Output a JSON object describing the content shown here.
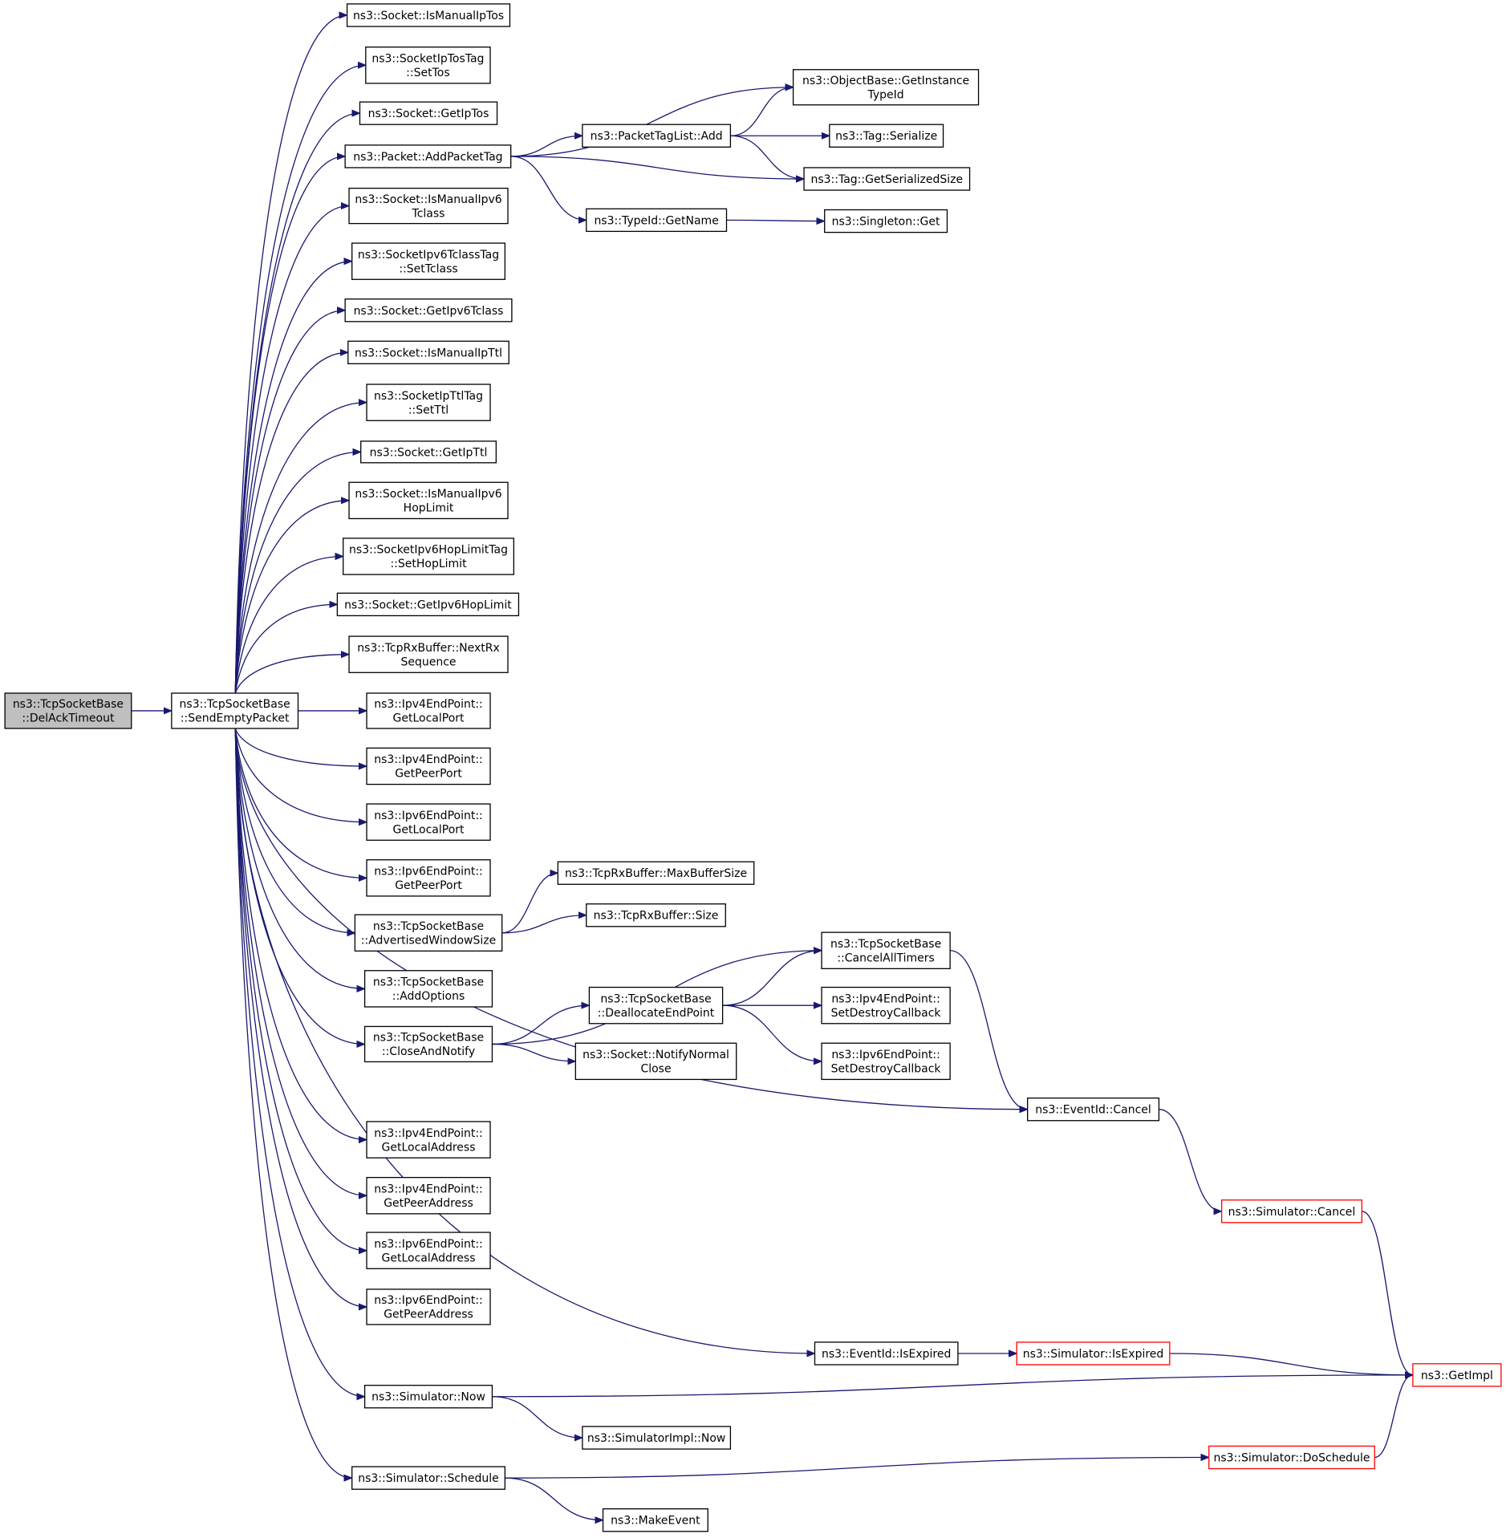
{
  "nodes": [
    {
      "id": "n0",
      "lines": [
        "ns3::TcpSocketBase",
        "::DelAckTimeout"
      ],
      "root": true
    },
    {
      "id": "n1",
      "lines": [
        "ns3::TcpSocketBase",
        "::SendEmptyPacket"
      ]
    },
    {
      "id": "n2",
      "lines": [
        "ns3::Socket::IsManualIpTos"
      ]
    },
    {
      "id": "n3",
      "lines": [
        "ns3::SocketIpTosTag",
        "::SetTos"
      ]
    },
    {
      "id": "n4",
      "lines": [
        "ns3::Socket::GetIpTos"
      ]
    },
    {
      "id": "n5",
      "lines": [
        "ns3::Packet::AddPacketTag"
      ]
    },
    {
      "id": "n6",
      "lines": [
        "ns3::Socket::IsManualIpv6",
        "Tclass"
      ]
    },
    {
      "id": "n7",
      "lines": [
        "ns3::SocketIpv6TclassTag",
        "::SetTclass"
      ]
    },
    {
      "id": "n8",
      "lines": [
        "ns3::Socket::GetIpv6Tclass"
      ]
    },
    {
      "id": "n9",
      "lines": [
        "ns3::Socket::IsManualIpTtl"
      ]
    },
    {
      "id": "n10",
      "lines": [
        "ns3::SocketIpTtlTag",
        "::SetTtl"
      ]
    },
    {
      "id": "n11",
      "lines": [
        "ns3::Socket::GetIpTtl"
      ]
    },
    {
      "id": "n12",
      "lines": [
        "ns3::Socket::IsManualIpv6",
        "HopLimit"
      ]
    },
    {
      "id": "n13",
      "lines": [
        "ns3::SocketIpv6HopLimitTag",
        "::SetHopLimit"
      ]
    },
    {
      "id": "n14",
      "lines": [
        "ns3::Socket::GetIpv6HopLimit"
      ]
    },
    {
      "id": "n15",
      "lines": [
        "ns3::TcpRxBuffer::NextRx",
        "Sequence"
      ]
    },
    {
      "id": "n16",
      "lines": [
        "ns3::Ipv4EndPoint::",
        "GetLocalPort"
      ]
    },
    {
      "id": "n17",
      "lines": [
        "ns3::Ipv4EndPoint::",
        "GetPeerPort"
      ]
    },
    {
      "id": "n18",
      "lines": [
        "ns3::Ipv6EndPoint::",
        "GetLocalPort"
      ]
    },
    {
      "id": "n19",
      "lines": [
        "ns3::Ipv6EndPoint::",
        "GetPeerPort"
      ]
    },
    {
      "id": "n20",
      "lines": [
        "ns3::TcpSocketBase",
        "::AdvertisedWindowSize"
      ]
    },
    {
      "id": "n21",
      "lines": [
        "ns3::TcpSocketBase",
        "::AddOptions"
      ]
    },
    {
      "id": "n22",
      "lines": [
        "ns3::TcpSocketBase",
        "::CloseAndNotify"
      ]
    },
    {
      "id": "n23",
      "lines": [
        "ns3::Ipv4EndPoint::",
        "GetLocalAddress"
      ]
    },
    {
      "id": "n24",
      "lines": [
        "ns3::Ipv4EndPoint::",
        "GetPeerAddress"
      ]
    },
    {
      "id": "n25",
      "lines": [
        "ns3::Ipv6EndPoint::",
        "GetLocalAddress"
      ]
    },
    {
      "id": "n26",
      "lines": [
        "ns3::Ipv6EndPoint::",
        "GetPeerAddress"
      ]
    },
    {
      "id": "n27",
      "lines": [
        "ns3::Simulator::Now"
      ]
    },
    {
      "id": "n28",
      "lines": [
        "ns3::Simulator::Schedule"
      ]
    },
    {
      "id": "n29",
      "lines": [
        "ns3::ObjectBase::GetInstance",
        "TypeId"
      ]
    },
    {
      "id": "n30",
      "lines": [
        "ns3::PacketTagList::Add"
      ]
    },
    {
      "id": "n31",
      "lines": [
        "ns3::Tag::Serialize"
      ]
    },
    {
      "id": "n32",
      "lines": [
        "ns3::Tag::GetSerializedSize"
      ]
    },
    {
      "id": "n33",
      "lines": [
        "ns3::TypeId::GetName"
      ]
    },
    {
      "id": "n34",
      "lines": [
        "ns3::Singleton::Get"
      ]
    },
    {
      "id": "n35",
      "lines": [
        "ns3::TcpRxBuffer::MaxBufferSize"
      ]
    },
    {
      "id": "n36",
      "lines": [
        "ns3::TcpRxBuffer::Size"
      ]
    },
    {
      "id": "n37",
      "lines": [
        "ns3::TcpSocketBase",
        "::CancelAllTimers"
      ]
    },
    {
      "id": "n38",
      "lines": [
        "ns3::TcpSocketBase",
        "::DeallocateEndPoint"
      ]
    },
    {
      "id": "n39",
      "lines": [
        "ns3::Ipv4EndPoint::",
        "SetDestroyCallback"
      ]
    },
    {
      "id": "n40",
      "lines": [
        "ns3::Ipv6EndPoint::",
        "SetDestroyCallback"
      ]
    },
    {
      "id": "n41",
      "lines": [
        "ns3::Socket::NotifyNormal",
        "Close"
      ]
    },
    {
      "id": "n42",
      "lines": [
        "ns3::EventId::Cancel"
      ]
    },
    {
      "id": "n43",
      "lines": [
        "ns3::Simulator::Cancel"
      ],
      "truncated": true
    },
    {
      "id": "n44",
      "lines": [
        "ns3::GetImpl"
      ],
      "truncated": true
    },
    {
      "id": "n45",
      "lines": [
        "ns3::EventId::IsExpired"
      ]
    },
    {
      "id": "n46",
      "lines": [
        "ns3::Simulator::IsExpired"
      ],
      "truncated": true
    },
    {
      "id": "n47",
      "lines": [
        "ns3::SimulatorImpl::Now"
      ]
    },
    {
      "id": "n48",
      "lines": [
        "ns3::Simulator::DoSchedule"
      ],
      "truncated": true
    },
    {
      "id": "n49",
      "lines": [
        "ns3::MakeEvent"
      ]
    }
  ],
  "edges": [
    [
      "n0",
      "n1"
    ],
    [
      "n1",
      "n2"
    ],
    [
      "n1",
      "n3"
    ],
    [
      "n1",
      "n4"
    ],
    [
      "n1",
      "n5"
    ],
    [
      "n1",
      "n6"
    ],
    [
      "n1",
      "n7"
    ],
    [
      "n1",
      "n8"
    ],
    [
      "n1",
      "n9"
    ],
    [
      "n1",
      "n10"
    ],
    [
      "n1",
      "n11"
    ],
    [
      "n1",
      "n12"
    ],
    [
      "n1",
      "n13"
    ],
    [
      "n1",
      "n14"
    ],
    [
      "n1",
      "n15"
    ],
    [
      "n1",
      "n16"
    ],
    [
      "n1",
      "n17"
    ],
    [
      "n1",
      "n18"
    ],
    [
      "n1",
      "n19"
    ],
    [
      "n1",
      "n20"
    ],
    [
      "n1",
      "n21"
    ],
    [
      "n1",
      "n22"
    ],
    [
      "n1",
      "n42"
    ],
    [
      "n1",
      "n23"
    ],
    [
      "n1",
      "n24"
    ],
    [
      "n1",
      "n25"
    ],
    [
      "n1",
      "n26"
    ],
    [
      "n1",
      "n45"
    ],
    [
      "n1",
      "n27"
    ],
    [
      "n1",
      "n28"
    ],
    [
      "n5",
      "n29"
    ],
    [
      "n5",
      "n30"
    ],
    [
      "n5",
      "n32"
    ],
    [
      "n5",
      "n33"
    ],
    [
      "n30",
      "n29"
    ],
    [
      "n30",
      "n31"
    ],
    [
      "n30",
      "n32"
    ],
    [
      "n33",
      "n34"
    ],
    [
      "n20",
      "n35"
    ],
    [
      "n20",
      "n36"
    ],
    [
      "n22",
      "n37"
    ],
    [
      "n22",
      "n38"
    ],
    [
      "n22",
      "n41"
    ],
    [
      "n38",
      "n37"
    ],
    [
      "n38",
      "n39"
    ],
    [
      "n38",
      "n40"
    ],
    [
      "n37",
      "n42"
    ],
    [
      "n42",
      "n43"
    ],
    [
      "n43",
      "n44"
    ],
    [
      "n45",
      "n46"
    ],
    [
      "n46",
      "n44"
    ],
    [
      "n27",
      "n44"
    ],
    [
      "n27",
      "n47"
    ],
    [
      "n28",
      "n48"
    ],
    [
      "n28",
      "n49"
    ],
    [
      "n48",
      "n44"
    ]
  ]
}
